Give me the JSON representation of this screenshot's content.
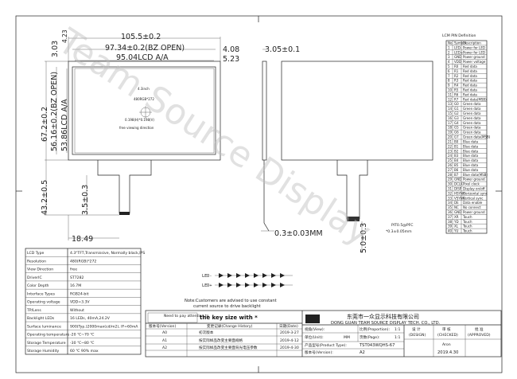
{
  "dimensions": {
    "outline_width": "105.5±0.2",
    "bezel_open_width": "97.34±0.2(BZ OPEN)",
    "active_width": "95.04LCD A/A",
    "top_right_1": "4.08",
    "top_right_2": "5.23",
    "thickness": "3.05±0.1",
    "outline_height": "67.2±0.2",
    "bezel_open_height": "56.16±0.2(BZ OPEN)",
    "active_height": "53.86LCD A/A",
    "left_top_1": "3.03",
    "left_top_2": "4.23",
    "fpc_length": "43.2±0.5",
    "fpc_width_1": "3.5±0.3",
    "fpc_width_2": "18.49",
    "fpc_thickness": "0.3±0.03MM",
    "rear_fpc_dim": "5.0±0.3",
    "pitch_note": "PIT0.5@PFC",
    "pitch_sub": "*0.3±0.05mm"
  },
  "center_labels": {
    "size": "4.3inch",
    "resolution": "480RGB*272",
    "pixel_pitch": "0.198(H)*0.198(V)",
    "viewing": "free viewing direction"
  },
  "pin_table": {
    "title": "LCM PIN Definition",
    "headers": [
      "No",
      "Symbol",
      "Description"
    ],
    "rows": [
      [
        "1",
        "LED-",
        "Power for LED"
      ],
      [
        "2",
        "LED+",
        "Power for LED"
      ],
      [
        "3",
        "GND",
        "Power ground"
      ],
      [
        "4",
        "VDD",
        "Power voltage"
      ],
      [
        "5",
        "R0",
        "Red data"
      ],
      [
        "6",
        "R1",
        "Red data"
      ],
      [
        "7",
        "R2",
        "Red data"
      ],
      [
        "8",
        "R3",
        "Red data"
      ],
      [
        "9",
        "R4",
        "Red data"
      ],
      [
        "10",
        "R5",
        "Red data"
      ],
      [
        "11",
        "R6",
        "Red data"
      ],
      [
        "12",
        "R7",
        "Red data(MSB)"
      ],
      [
        "13",
        "G0",
        "Green data"
      ],
      [
        "14",
        "G1",
        "Green data"
      ],
      [
        "15",
        "G2",
        "Green data"
      ],
      [
        "16",
        "G3",
        "Green data"
      ],
      [
        "17",
        "G4",
        "Green data"
      ],
      [
        "18",
        "G5",
        "Green data"
      ],
      [
        "19",
        "G6",
        "Green data"
      ],
      [
        "20",
        "G7",
        "Green data(MSB)"
      ],
      [
        "21",
        "B0",
        "Blue data"
      ],
      [
        "22",
        "B1",
        "Blue data"
      ],
      [
        "23",
        "B2",
        "Blue data"
      ],
      [
        "24",
        "B3",
        "Blue data"
      ],
      [
        "25",
        "B4",
        "Blue data"
      ],
      [
        "26",
        "B5",
        "Blue data"
      ],
      [
        "27",
        "B6",
        "Blue data"
      ],
      [
        "28",
        "B7",
        "Blue data(MSB)"
      ],
      [
        "29",
        "GND",
        "Power ground"
      ],
      [
        "30",
        "DCLK",
        "Pixel clock"
      ],
      [
        "31",
        "DISP",
        "Display on/off"
      ],
      [
        "32",
        "HSYNC",
        "Horizontal sync"
      ],
      [
        "33",
        "VSYNC",
        "Vertical sync"
      ],
      [
        "34",
        "DE",
        "Data enable"
      ],
      [
        "35",
        "NC",
        "No connect"
      ],
      [
        "36",
        "GND",
        "Power ground"
      ],
      [
        "37",
        "XR",
        "Touch"
      ],
      [
        "38",
        "YD",
        "Touch"
      ],
      [
        "39",
        "XL",
        "Touch"
      ],
      [
        "40",
        "YU",
        "Touch"
      ]
    ]
  },
  "spec_table": [
    {
      "label": "LCD Type",
      "value": "4.3\"TFT,Transmissive, Normally black,IPS"
    },
    {
      "label": "Resolution",
      "value": "480(RGB)*272"
    },
    {
      "label": "View Direction",
      "value": "free"
    },
    {
      "label": "DriverIC",
      "value": "ST7282"
    },
    {
      "label": "Color Depth",
      "value": "16.7M"
    },
    {
      "label": "Interface Types",
      "value": "RGB24-bit"
    },
    {
      "label": "Operating voltage",
      "value": "VDD=3.3V"
    },
    {
      "label": "TP/Lens",
      "value": "Without"
    },
    {
      "label": "Backlight LEDs",
      "value": "16 LEDs, 40mA,24.2V"
    },
    {
      "label": "Surface luminance",
      "value": "900(Typ.)2000max(cd/m2), IF=60mA"
    },
    {
      "label": "Operating temperature",
      "value": "-20 ℃~70 ℃"
    },
    {
      "label": "Storage Temperature",
      "value": "-30 ℃~80 ℃"
    },
    {
      "label": "Storage Humidity",
      "value": "60 ℃ 90% max"
    }
  ],
  "notes": {
    "need_label": "Need to pay attention to",
    "key_size": "the key size with *",
    "note_line1": "Note:Customers are advised to use constant",
    "note_line2": "current source to drive backlight",
    "led_minus": "LED-",
    "led_plus": "LED+"
  },
  "revision": {
    "headers": [
      "版本号(Version)",
      "变更记录(Change History)",
      "日期(Date)"
    ],
    "rows": [
      [
        "A0",
        "初次版本",
        "2019-3-27"
      ],
      [
        "A1",
        "按实际样品改变主要面规格",
        "2019-4-12"
      ],
      [
        "A2",
        "按实际样品改变主要面背光电压参数",
        "2019-4-30"
      ]
    ]
  },
  "company": {
    "name_cn": "东莞市一众显示科技有限公司",
    "name_en": "DONG GUAN TEAM SOURCE DISPLAY TECH. CO., LTD."
  },
  "title_block": {
    "view_label": "视角(View):",
    "proj_label": "比例(Proportion):",
    "proj_value": "1:1",
    "unit_label": "单位(Unit):",
    "unit_value": "MM",
    "qty_label": "页数(Page):",
    "qty_value": "1:1",
    "design_label": "设 计",
    "design_value": "(DESIGN)",
    "check_label": "审 核",
    "check_value": "(CHECKED)",
    "approve_label": "批 准",
    "approve_value": "(APPROVED)",
    "product_label": "产品型号(Product Type):",
    "product_value": "TST043WQHS-67",
    "version_label": "版本号(Version):",
    "version_value": "A2",
    "designer": "Aron",
    "date": "2019.4.30"
  },
  "watermark": "Team Source Display"
}
